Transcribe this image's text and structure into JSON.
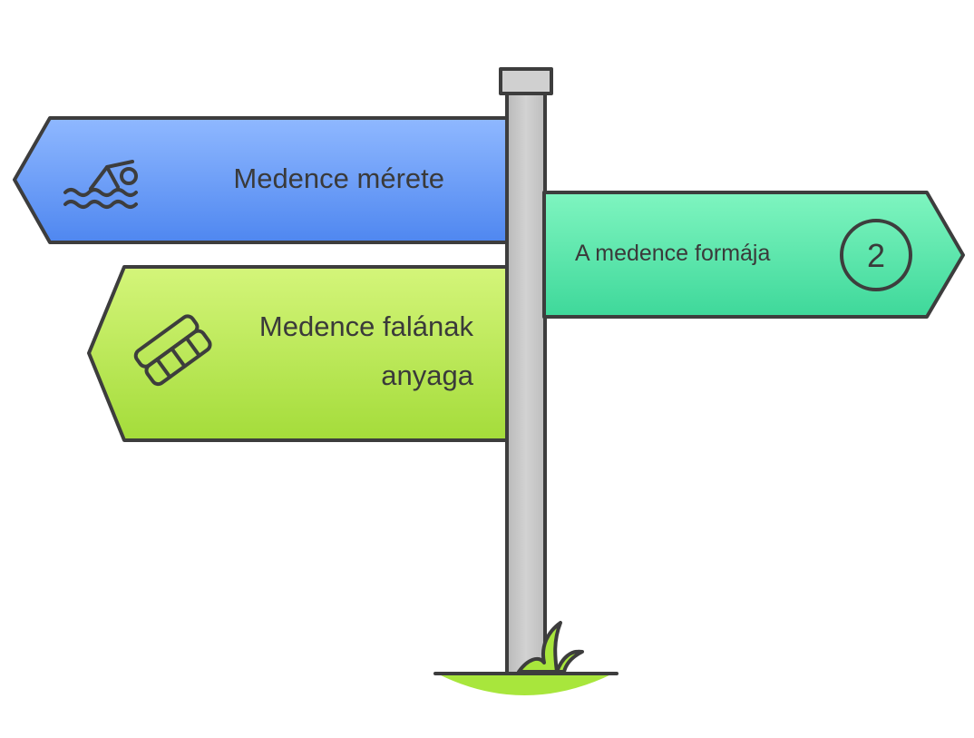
{
  "signs": {
    "size": {
      "label": "Medence mérete",
      "icon": "swimmer-icon"
    },
    "shape": {
      "label": "A medence formája",
      "badge": "2"
    },
    "wall": {
      "line1": "Medence falának",
      "line2": "anyaga",
      "icon": "brush-icon"
    }
  },
  "colors": {
    "blue_top": "#8fb8ff",
    "blue_bottom": "#4f87f0",
    "teal_top": "#7ff5c0",
    "teal_bottom": "#3ed89a",
    "green_top": "#d4f57a",
    "green_bottom": "#a4dc3a",
    "post": "#c8c8c8",
    "grass": "#a8e63c",
    "outline": "#3d3d3d"
  }
}
